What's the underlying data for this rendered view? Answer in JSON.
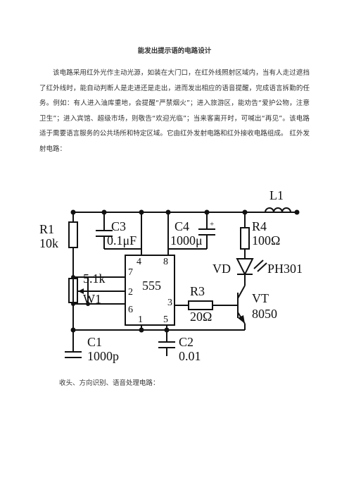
{
  "document": {
    "title": "能发出提示语的电路设计",
    "paragraph": "该电路采用红外光作主动光源，如装在大门口，在红外线照射区域内，当有人走过遮挡了红外线时，能自动判断人是走进还是走出，进而发出相应的语音提醒，完成语言拆勤的任务。例如：有人进入油库重地，会提醒“严禁烟火”；进入旅游区，能劝告“爱护公物，注意卫生”；进入宾馆、超级市场，则敬告“欢迎光临”；当来客离开时，可喊出“再见”。该电路适于需要语言服务的公共场所和特定区域。它由红外发射电路和红外接收电路组成。  红外发射电路：",
    "caption": "收头、方向识别、语音处理电路："
  },
  "schematic": {
    "components": {
      "l1": "L1",
      "r1_name": "R1",
      "r1_value": "10k",
      "c3_name": "C3",
      "c3_value": "0.1μF",
      "c4_name": "C4",
      "c4_value": "1000μ",
      "c4_polarity": "+",
      "r4_name": "R4",
      "r4_value": "100Ω",
      "vd_name": "VD",
      "vd_part": "PH301",
      "ic_name": "555",
      "pin_4": "4",
      "pin_8": "8",
      "pin_7": "7",
      "pin_2": "2",
      "pin_6": "6",
      "pin_3": "3",
      "pin_1": "1",
      "pin_5": "5",
      "w1_value": "5.1k",
      "w1_name": "W1",
      "r3_name": "R3",
      "r3_value": "20Ω",
      "vt_name": "VT",
      "vt_part": "8050",
      "c1_name": "C1",
      "c1_value": "1000p",
      "c2_name": "C2",
      "c2_value": "0.01"
    }
  }
}
